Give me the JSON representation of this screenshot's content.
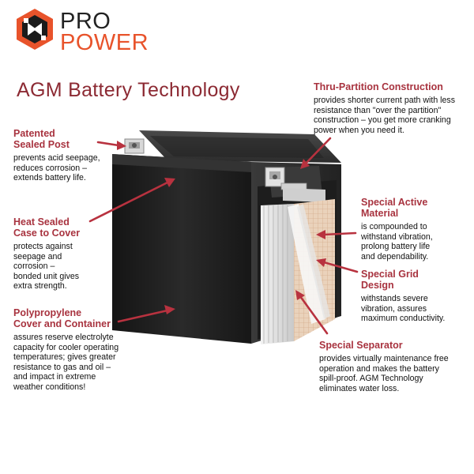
{
  "brand": {
    "line1": "PRO",
    "line2": "POWER",
    "accent": "#e8532b"
  },
  "title": "AGM Battery Technology",
  "callouts": {
    "sealed_post": {
      "heading": "Patented\nSealed Post",
      "desc": "prevents acid seepage,\nreduces corrosion –\nextends battery life."
    },
    "heat_sealed": {
      "heading": "Heat Sealed\nCase to Cover",
      "desc": "protects against\nseepage and\ncorrosion –\nbonded unit gives\nextra strength."
    },
    "polypropylene": {
      "heading": "Polypropylene\nCover and Container",
      "desc": "assures reserve electrolyte\ncapacity for cooler operating\ntemperatures; gives greater\nresistance to gas and oil –\nand impact in extreme\nweather conditions!"
    },
    "thru_partition": {
      "heading": "Thru-Partition Construction",
      "desc": "provides shorter current path with less\nresistance than \"over the partition\"\nconstruction – you get more cranking\npower when you need it."
    },
    "active_material": {
      "heading": "Special Active\nMaterial",
      "desc": "is compounded to\nwithstand vibration,\nprolong battery life\nand dependability."
    },
    "grid_design": {
      "heading": "Special Grid\nDesign",
      "desc": "withstands severe\nvibration, assures\nmaximum conductivity."
    },
    "separator": {
      "heading": "Special Separator",
      "desc": "provides virtually maintenance free\noperation and makes the battery\nspill-proof.  AGM Technology\neliminates water loss."
    }
  },
  "colors": {
    "heading": "#a8333f",
    "title": "#8c2a33",
    "arrow": "#b8323f",
    "battery": "#1e1e1e"
  }
}
